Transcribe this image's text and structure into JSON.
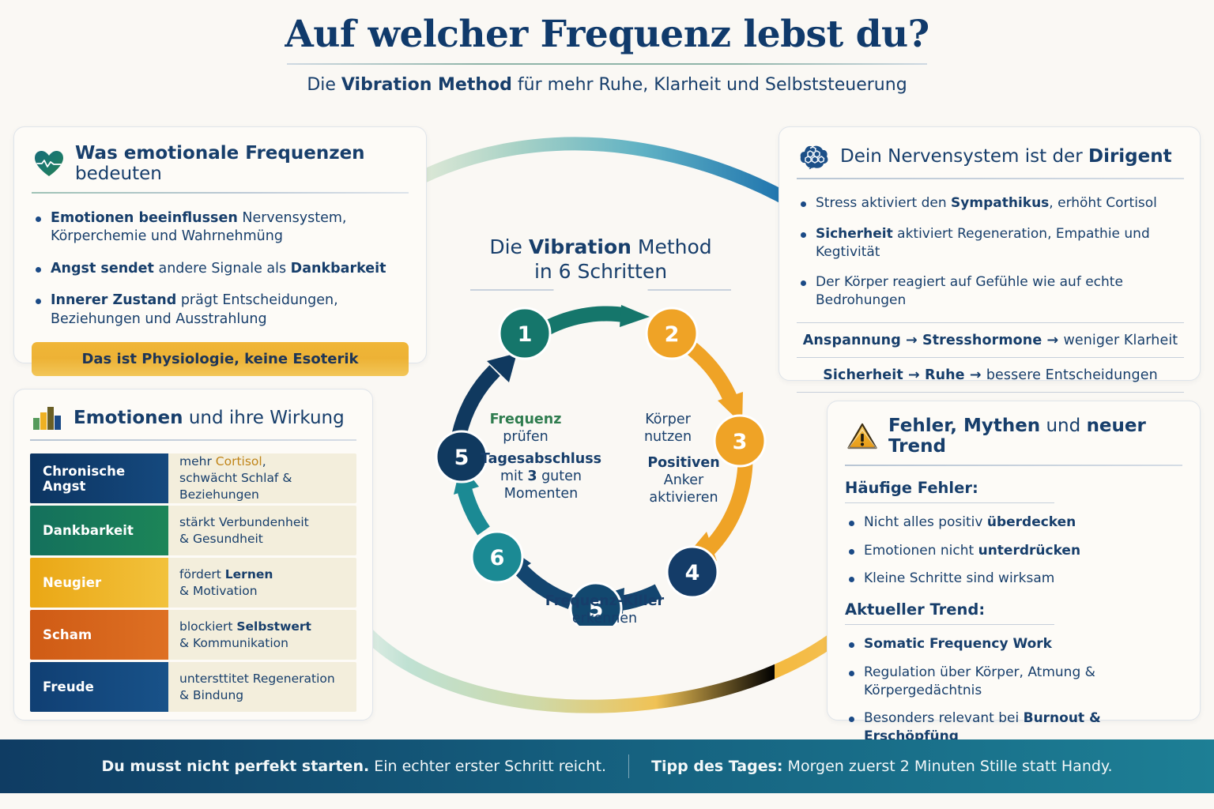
{
  "header": {
    "title": "Auf welcher Frequenz lebst du?",
    "subtitle_pre": "Die ",
    "subtitle_bold": "Vibration Method",
    "subtitle_post": " für mehr Ruhe, Klarheit und Selbststeuerung"
  },
  "card_frequencies": {
    "icon": "heart-pulse-icon",
    "title_bold": "Was emotionale Frequenzen",
    "title_rest": " bedeuten",
    "bullets": [
      {
        "bold": "Emotionen beeinflussen",
        "rest": " Nervensystem, Körperchemie und Wahrnehmüng"
      },
      {
        "bold": "Angst sendet",
        "rest": " andere Signale als ",
        "bold2": "Dankbarkeit"
      },
      {
        "bold": "Innerer Zustand",
        "rest": " prägt Entscheidungen, Beziehungen und Ausstrahlung"
      }
    ],
    "pill": "Das ist Physiologie, keine Esoterik",
    "pill_color": "#edb235"
  },
  "card_nervous": {
    "icon": "brain-icon",
    "title_rest": "Dein Nervensystem ist der ",
    "title_bold": "Dirigent",
    "bullets": [
      {
        "pre": "Stress aktiviert den ",
        "bold": "Sympathikus",
        "post": ", erhöht Cortisol"
      },
      {
        "bold": "Sicherheit",
        "post": " aktiviert Regeneration, Empathie und Kegtivität"
      },
      {
        "plain": "Der Körper reagiert auf Gefühle wie auf echte Bedrohungen"
      }
    ],
    "flow_up": {
      "bold": "Anspannung",
      "mid": " → Stresshormone → ",
      "rest": "weniger Klarheit"
    },
    "flow_down": {
      "bold": "Sicherheit",
      "mid": " → Ruhe → ",
      "rest": "bessere Entscheidungen"
    }
  },
  "card_emotions": {
    "icon": "bar-chart-icon",
    "title_bold": "Emotionen",
    "title_rest": " und ihre Wirkung",
    "rows": [
      {
        "emotion": "Chronische Angst",
        "color": "#0f3b6b",
        "effect_line1_pre": "mehr ",
        "effect_line1_hl": "Cortisol",
        "effect_line1_post": ",",
        "effect_line2": "schwächt Schlaf & Beziehungen"
      },
      {
        "emotion": "Dankbarkeit",
        "color": "#16795c",
        "effect_line1": "stärkt Verbundenheit",
        "effect_line2": "& Gesundheit"
      },
      {
        "emotion": "Neugier",
        "color": "#eeb01f",
        "effect_line1_pre": "fördert ",
        "effect_line1_b": "Lernen",
        "effect_line2": "& Motivation"
      },
      {
        "emotion": "Scham",
        "color": "#d4631c",
        "effect_line1_pre": "blockiert ",
        "effect_line1_b": "Selbstwert",
        "effect_line2": "& Kommunikation"
      },
      {
        "emotion": "Freude",
        "color": "#14477c",
        "effect_line1": "untersttitet Regeneration",
        "effect_line2": "& Bindung"
      }
    ]
  },
  "card_errors": {
    "icon": "warning-triangle-icon",
    "title_bold": "Fehler, Mythen",
    "title_mid": " und ",
    "title_bold2": "neuer Trend",
    "section1_heading": "Häufige Fehler:",
    "section1_bullets": [
      {
        "pre": "Nicht alles positiv ",
        "bold": "überdecken"
      },
      {
        "pre": "Emotionen nicht ",
        "bold": "unterdrücken"
      },
      {
        "plain": "Kleine Schritte sind wirksam"
      }
    ],
    "section2_heading": "Aktueller Trend:",
    "section2_bullets": [
      {
        "bold": "Somatic Frequency Work"
      },
      {
        "plain": "Regulation über Körper, Atmung & Körpergedächtnis"
      },
      {
        "pre": "Besonders relevant bei ",
        "bold": "Burnout & Erschöpfüng"
      }
    ]
  },
  "cycle": {
    "title_pre": "Die ",
    "title_bold": "Vibration",
    "title_post": " Method",
    "title_line2": "in 6 Schritten",
    "nodes": [
      {
        "num": "1",
        "color": "#15766b",
        "label_bold": "Frequenz",
        "label_rest": "prüfen",
        "bold_green": true
      },
      {
        "num": "2",
        "color": "#efa326",
        "label_bold": "",
        "label_line1": "Körper",
        "label_rest": "nutzen"
      },
      {
        "num": "3",
        "color": "#efa326",
        "label_bold": "Positiven",
        "label_line2": "Anker",
        "label_rest": "aktivieren"
      },
      {
        "num": "4",
        "color": "#143c68",
        "label_bold": "",
        "label_rest": ""
      },
      {
        "num": "5",
        "color": "#12486f",
        "label_bold": "Frequenz-Killer",
        "label_rest": "erkennen"
      },
      {
        "num": "6",
        "color": "#1b8a94",
        "label_bold": "",
        "label_rest": ""
      },
      {
        "num": "5",
        "color": "#10395f",
        "label_bold": "Tagesabschluss",
        "label_line2_pre": "mit ",
        "label_line2_b": "3",
        "label_line2_post": " guten",
        "label_line3": "Momenten"
      }
    ]
  },
  "footer": {
    "left_bold": "Du musst nicht perfekt starten.",
    "left_rest": " Ein echter erster Schritt reicht.",
    "right_bold": "Tipp des Tages:",
    "right_rest": " Morgen zuerst 2 Minuten Stille statt Handy."
  },
  "colors": {
    "background": "#faf8f4",
    "navy": "#173e6b",
    "teal": "#15766b",
    "gold": "#efa326",
    "footer_left": "#0f3c63",
    "footer_right": "#1d7f95"
  }
}
